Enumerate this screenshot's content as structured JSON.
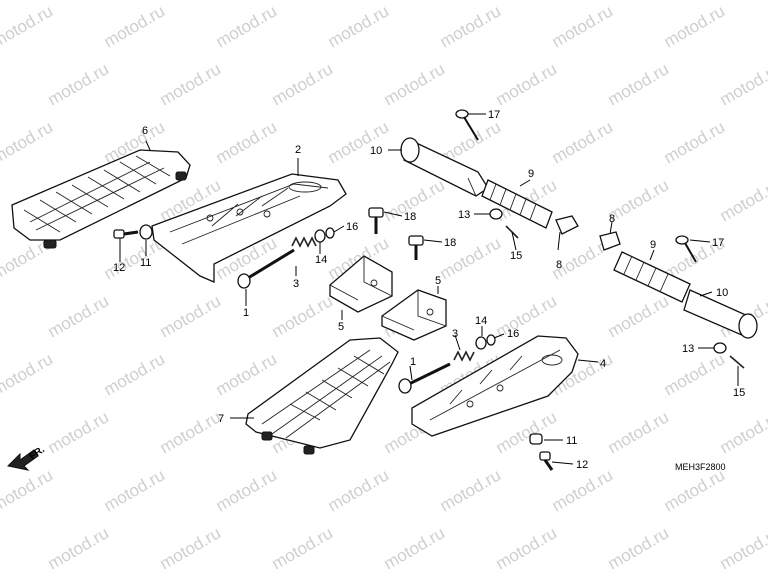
{
  "diagram_code": "MEH3F2800",
  "watermark_text": "motod.ru",
  "direction_label": "FR.",
  "callouts": [
    {
      "id": "c1a",
      "num": "1"
    },
    {
      "id": "c1b",
      "num": "1"
    },
    {
      "id": "c2",
      "num": "2"
    },
    {
      "id": "c3a",
      "num": "3"
    },
    {
      "id": "c3b",
      "num": "3"
    },
    {
      "id": "c4",
      "num": "4"
    },
    {
      "id": "c5a",
      "num": "5"
    },
    {
      "id": "c5b",
      "num": "5"
    },
    {
      "id": "c6",
      "num": "6"
    },
    {
      "id": "c7",
      "num": "7"
    },
    {
      "id": "c8a",
      "num": "8"
    },
    {
      "id": "c8b",
      "num": "8"
    },
    {
      "id": "c9a",
      "num": "9"
    },
    {
      "id": "c9b",
      "num": "9"
    },
    {
      "id": "c10a",
      "num": "10"
    },
    {
      "id": "c10b",
      "num": "10"
    },
    {
      "id": "c11a",
      "num": "11"
    },
    {
      "id": "c11b",
      "num": "11"
    },
    {
      "id": "c12a",
      "num": "12"
    },
    {
      "id": "c12b",
      "num": "12"
    },
    {
      "id": "c13a",
      "num": "13"
    },
    {
      "id": "c13b",
      "num": "13"
    },
    {
      "id": "c14a",
      "num": "14"
    },
    {
      "id": "c14b",
      "num": "14"
    },
    {
      "id": "c15a",
      "num": "15"
    },
    {
      "id": "c15b",
      "num": "15"
    },
    {
      "id": "c16a",
      "num": "16"
    },
    {
      "id": "c16b",
      "num": "16"
    },
    {
      "id": "c17a",
      "num": "17"
    },
    {
      "id": "c17b",
      "num": "17"
    },
    {
      "id": "c18a",
      "num": "18"
    },
    {
      "id": "c18b",
      "num": "18"
    }
  ]
}
